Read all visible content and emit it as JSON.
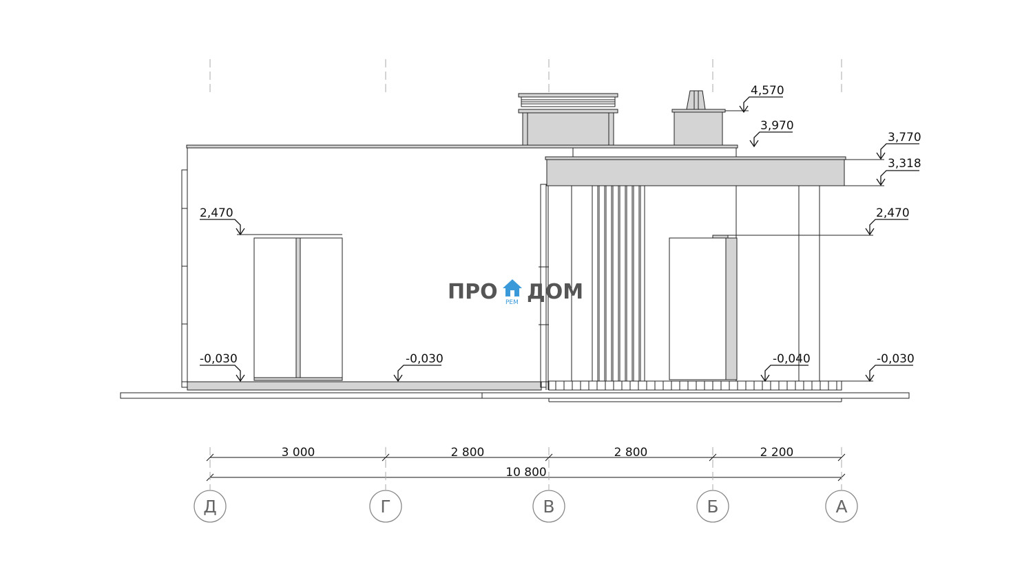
{
  "drawing": {
    "levels": [
      {
        "id": "lvl-4570",
        "text": "4,570"
      },
      {
        "id": "lvl-3970",
        "text": "3,970"
      },
      {
        "id": "lvl-3770",
        "text": "3,770"
      },
      {
        "id": "lvl-3318",
        "text": "3,318"
      },
      {
        "id": "lvl-2470-left",
        "text": "2,470"
      },
      {
        "id": "lvl-2470-right",
        "text": "2,470"
      },
      {
        "id": "lvl-m030-a",
        "text": "-0,030"
      },
      {
        "id": "lvl-m030-b",
        "text": "-0,030"
      },
      {
        "id": "lvl-m040",
        "text": "-0,040"
      },
      {
        "id": "lvl-m030-c",
        "text": "-0,030"
      }
    ],
    "dimensions": {
      "segments": [
        "3 000",
        "2 800",
        "2 800",
        "2 200"
      ],
      "total": "10 800"
    },
    "axes": [
      "Д",
      "Г",
      "В",
      "Б",
      "А"
    ]
  },
  "logo": {
    "left": "ПРО",
    "right": "ДОМ",
    "sub": "РЕМ",
    "colors": {
      "text": "#555555",
      "house": "#3a9ad9"
    }
  },
  "colors": {
    "fill": "#d4d4d4",
    "line": "#222222",
    "axis": "#888888"
  }
}
